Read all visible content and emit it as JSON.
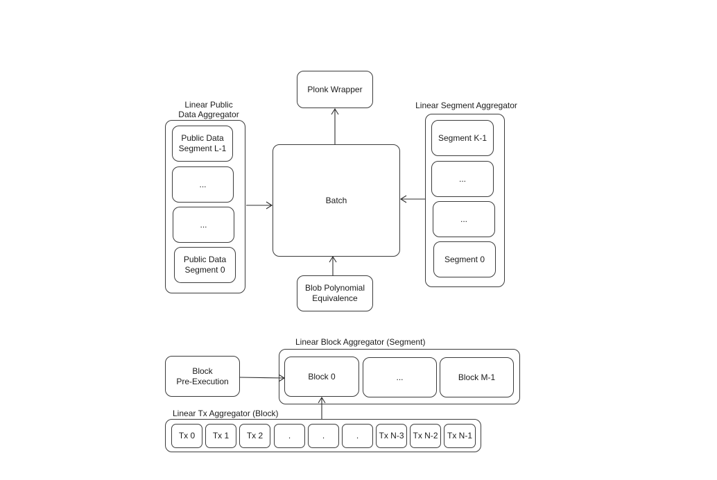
{
  "top": {
    "plonk_wrapper": "Plonk Wrapper",
    "batch": "Batch",
    "blob_polynomial": "Blob Polynomial\nEquivalence",
    "public_aggregator": {
      "title": "Linear Public\nData Aggregator",
      "items": [
        "Public Data\nSegment L-1",
        "...",
        "...",
        "Public Data\nSegment 0"
      ]
    },
    "segment_aggregator": {
      "title": "Linear Segment Aggregator",
      "items": [
        "Segment K-1",
        "...",
        "...",
        "Segment 0"
      ]
    }
  },
  "bottom": {
    "block_aggregator": {
      "title": "Linear Block Aggregator (Segment)",
      "items": [
        "Block 0",
        "...",
        "Block M-1"
      ]
    },
    "block_pre_execution": "Block\nPre-Execution",
    "tx_aggregator": {
      "title": "Linear Tx Aggregator (Block)",
      "items": [
        "Tx 0",
        "Tx 1",
        "Tx 2",
        ".",
        ".",
        ".",
        "Tx N-3",
        "Tx N-2",
        "Tx N-1"
      ]
    }
  }
}
